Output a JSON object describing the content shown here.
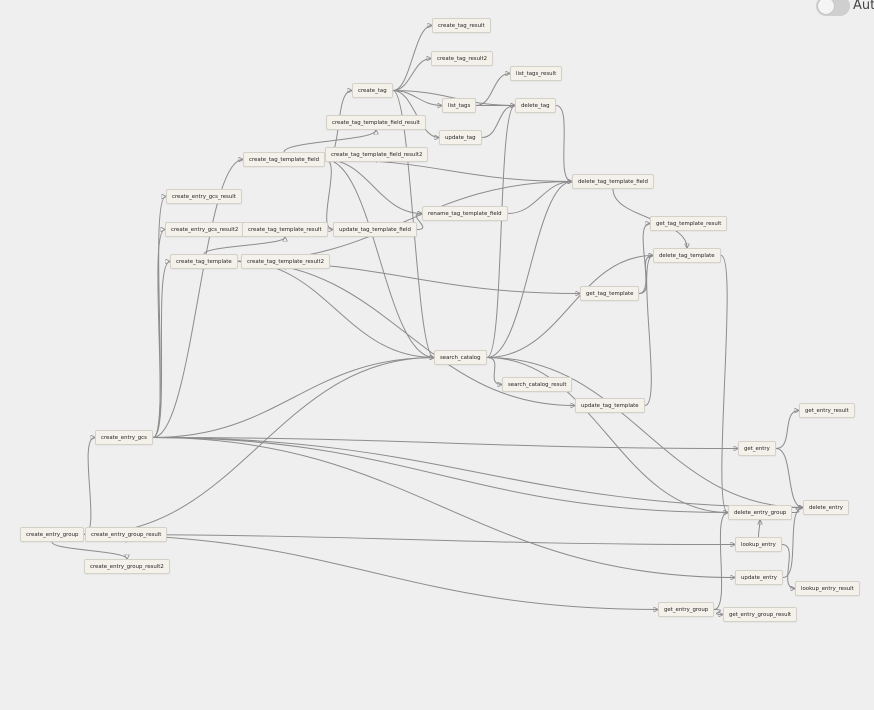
{
  "toggle": {
    "label": "Aut"
  },
  "nodes": [
    {
      "id": "create_tag_result",
      "label": "create_tag_result"
    },
    {
      "id": "create_tag_result2",
      "label": "create_tag_result2"
    },
    {
      "id": "list_tags_result",
      "label": "list_tags_result"
    },
    {
      "id": "create_tag",
      "label": "create_tag"
    },
    {
      "id": "list_tags",
      "label": "list_tags"
    },
    {
      "id": "delete_tag",
      "label": "delete_tag"
    },
    {
      "id": "create_tag_template_field_result",
      "label": "create_tag_template_field_result"
    },
    {
      "id": "update_tag",
      "label": "update_tag"
    },
    {
      "id": "create_tag_template_field",
      "label": "create_tag_template_field"
    },
    {
      "id": "create_tag_template_field_result2",
      "label": "create_tag_template_field_result2"
    },
    {
      "id": "delete_tag_template_field",
      "label": "delete_tag_template_field"
    },
    {
      "id": "create_entry_gcs_result",
      "label": "create_entry_gcs_result"
    },
    {
      "id": "rename_tag_template_field",
      "label": "rename_tag_template_field"
    },
    {
      "id": "get_tag_template_result",
      "label": "get_tag_template_result"
    },
    {
      "id": "create_entry_gcs_result2",
      "label": "create_entry_gcs_result2"
    },
    {
      "id": "create_tag_template_result",
      "label": "create_tag_template_result"
    },
    {
      "id": "update_tag_template_field",
      "label": "update_tag_template_field"
    },
    {
      "id": "delete_tag_template",
      "label": "delete_tag_template"
    },
    {
      "id": "create_tag_template",
      "label": "create_tag_template"
    },
    {
      "id": "create_tag_template_result2",
      "label": "create_tag_template_result2"
    },
    {
      "id": "get_tag_template",
      "label": "get_tag_template"
    },
    {
      "id": "search_catalog",
      "label": "search_catalog"
    },
    {
      "id": "search_catalog_result",
      "label": "search_catalog_result"
    },
    {
      "id": "update_tag_template",
      "label": "update_tag_template"
    },
    {
      "id": "get_entry_result",
      "label": "get_entry_result"
    },
    {
      "id": "create_entry_gcs",
      "label": "create_entry_gcs"
    },
    {
      "id": "get_entry",
      "label": "get_entry"
    },
    {
      "id": "delete_entry_group",
      "label": "delete_entry_group"
    },
    {
      "id": "delete_entry",
      "label": "delete_entry"
    },
    {
      "id": "create_entry_group",
      "label": "create_entry_group"
    },
    {
      "id": "create_entry_group_result",
      "label": "create_entry_group_result"
    },
    {
      "id": "lookup_entry",
      "label": "lookup_entry"
    },
    {
      "id": "create_entry_group_result2",
      "label": "create_entry_group_result2"
    },
    {
      "id": "update_entry",
      "label": "update_entry"
    },
    {
      "id": "lookup_entry_result",
      "label": "lookup_entry_result"
    },
    {
      "id": "get_entry_group",
      "label": "get_entry_group"
    },
    {
      "id": "get_entry_group_result",
      "label": "get_entry_group_result"
    }
  ],
  "edges": [
    [
      "create_entry_group",
      "create_entry_gcs"
    ],
    [
      "create_entry_group",
      "create_entry_group_result"
    ],
    [
      "create_entry_group",
      "create_entry_group_result2"
    ],
    [
      "create_entry_group",
      "get_entry_group"
    ],
    [
      "create_entry_group",
      "lookup_entry"
    ],
    [
      "create_entry_group",
      "search_catalog"
    ],
    [
      "create_entry_gcs",
      "create_entry_gcs_result"
    ],
    [
      "create_entry_gcs",
      "create_entry_gcs_result2"
    ],
    [
      "create_entry_gcs",
      "create_tag_template"
    ],
    [
      "create_entry_gcs",
      "create_tag_template_field"
    ],
    [
      "create_entry_gcs",
      "get_entry"
    ],
    [
      "create_entry_gcs",
      "delete_entry"
    ],
    [
      "create_entry_gcs",
      "delete_entry_group"
    ],
    [
      "create_entry_gcs",
      "search_catalog"
    ],
    [
      "create_entry_gcs",
      "update_entry"
    ],
    [
      "create_tag_template",
      "create_tag_template_result"
    ],
    [
      "create_tag_template",
      "create_tag_template_result2"
    ],
    [
      "create_tag_template",
      "get_tag_template"
    ],
    [
      "create_tag_template",
      "search_catalog"
    ],
    [
      "create_tag_template",
      "update_tag_template"
    ],
    [
      "create_tag_template",
      "delete_tag_template_field"
    ],
    [
      "create_tag_template_field",
      "create_tag"
    ],
    [
      "create_tag_template_field",
      "create_tag_template_field_result"
    ],
    [
      "create_tag_template_field",
      "create_tag_template_field_result2"
    ],
    [
      "create_tag_template_field",
      "update_tag_template_field"
    ],
    [
      "create_tag_template_field",
      "rename_tag_template_field"
    ],
    [
      "create_tag_template_field",
      "delete_tag_template_field"
    ],
    [
      "create_tag_template_field",
      "search_catalog"
    ],
    [
      "create_tag",
      "create_tag_result"
    ],
    [
      "create_tag",
      "create_tag_result2"
    ],
    [
      "create_tag",
      "list_tags"
    ],
    [
      "create_tag",
      "update_tag"
    ],
    [
      "create_tag",
      "delete_tag"
    ],
    [
      "create_tag",
      "search_catalog"
    ],
    [
      "list_tags",
      "list_tags_result"
    ],
    [
      "list_tags",
      "delete_tag"
    ],
    [
      "update_tag",
      "delete_tag"
    ],
    [
      "update_tag_template_field",
      "rename_tag_template_field"
    ],
    [
      "rename_tag_template_field",
      "delete_tag_template_field"
    ],
    [
      "delete_tag",
      "delete_tag_template_field"
    ],
    [
      "delete_tag_template_field",
      "delete_tag_template"
    ],
    [
      "get_tag_template",
      "get_tag_template_result"
    ],
    [
      "get_tag_template",
      "delete_tag_template"
    ],
    [
      "update_tag_template",
      "delete_tag_template"
    ],
    [
      "search_catalog",
      "search_catalog_result"
    ],
    [
      "search_catalog",
      "delete_tag"
    ],
    [
      "search_catalog",
      "delete_tag_template_field"
    ],
    [
      "search_catalog",
      "delete_tag_template"
    ],
    [
      "search_catalog",
      "delete_entry_group"
    ],
    [
      "search_catalog",
      "delete_entry"
    ],
    [
      "delete_tag_template",
      "delete_entry_group"
    ],
    [
      "get_entry",
      "get_entry_result"
    ],
    [
      "get_entry",
      "delete_entry"
    ],
    [
      "lookup_entry",
      "lookup_entry_result"
    ],
    [
      "lookup_entry",
      "delete_entry_group"
    ],
    [
      "update_entry",
      "delete_entry"
    ],
    [
      "delete_entry_group",
      "delete_entry"
    ],
    [
      "get_entry_group",
      "get_entry_group_result"
    ],
    [
      "get_entry_group",
      "delete_entry_group"
    ]
  ]
}
